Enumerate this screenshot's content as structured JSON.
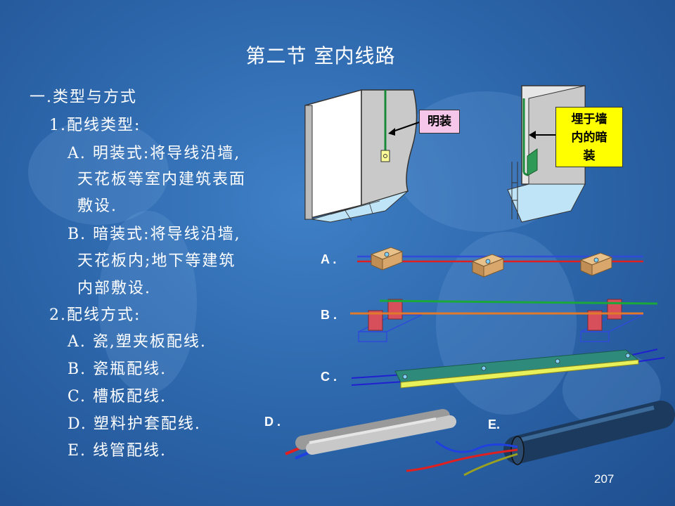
{
  "slide": {
    "title": "第二节   室内线路",
    "outline": [
      "一.类型与方式",
      "1.配线类型:",
      "A. 明装式:将导线沿墙,",
      "天花板等室内建筑表面",
      "敷设.",
      "B. 暗装式:将导线沿墙,",
      "天花板内;地下等建筑",
      "内部敷设.",
      "2.配线方式:",
      "A. 瓷,塑夹板配线.",
      "B. 瓷瓶配线.",
      "C. 槽板配线.",
      "D. 塑料护套配线.",
      "E. 线管配线."
    ],
    "page_number": "207"
  },
  "figures": {
    "exposed_callout": "明装",
    "concealed_callout": [
      "埋于墙",
      "内的暗",
      "装"
    ],
    "callout_colors": {
      "exposed": "#f6c6ea",
      "concealed": "#ffff00"
    },
    "labels": {
      "a": "A .",
      "b": "B .",
      "c": "C .",
      "d": "D .",
      "e": "E."
    }
  }
}
